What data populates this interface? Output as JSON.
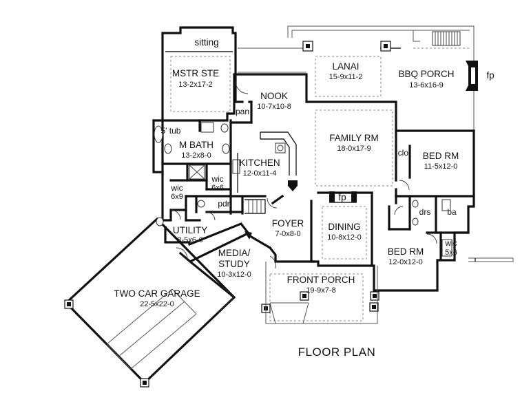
{
  "plan_title": "FLOOR PLAN",
  "rooms": {
    "sitting": {
      "name": "sitting"
    },
    "mstr_ste": {
      "name": "MSTR STE",
      "dims": "13-2x17-2"
    },
    "lanai": {
      "name": "LANAI",
      "dims": "15-9x11-2"
    },
    "bbq_porch": {
      "name": "BBQ PORCH",
      "dims": "13-6x16-9"
    },
    "nook": {
      "name": "NOOK",
      "dims": "10-7x10-8"
    },
    "pan": {
      "name": "pan"
    },
    "family_rm": {
      "name": "FAMILY RM",
      "dims": "18-0x17-9"
    },
    "bed_rm_1": {
      "name": "BED RM",
      "dims": "11-5x12-0"
    },
    "clo": {
      "name": "clo."
    },
    "tub": {
      "name": "5' tub"
    },
    "m_bath": {
      "name": "M BATH",
      "dims": "13-2x8-0"
    },
    "kitchen": {
      "name": "KITCHEN",
      "dims": "12-0x11-4"
    },
    "wic_6x6": {
      "name": "wic",
      "dims": "6x6"
    },
    "wic_6x9": {
      "name": "wic",
      "dims": "6x9"
    },
    "pdr": {
      "name": "pdr"
    },
    "drs": {
      "name": "drs"
    },
    "ba": {
      "name": "ba"
    },
    "utility": {
      "name": "UTILITY",
      "dims": "8-5x6-6"
    },
    "foyer": {
      "name": "FOYER",
      "dims": "7-0x8-0"
    },
    "dining": {
      "name": "DINING",
      "dims": "10-8x12-0"
    },
    "wic_5x6": {
      "name": "wic",
      "dims": "5x6"
    },
    "bed_rm_2": {
      "name": "BED RM",
      "dims": "12-0x12-0"
    },
    "media": {
      "name_line1": "MEDIA/",
      "name_line2": "STUDY",
      "dims": "10-3x12-0"
    },
    "garage": {
      "name": "TWO CAR GARAGE",
      "dims": "22-5x22-0"
    },
    "front_porch": {
      "name": "FRONT PORCH",
      "dims": "19-9x7-8"
    }
  },
  "fireplaces": {
    "bbq": {
      "label": "fp"
    },
    "family": {
      "label": "fp"
    }
  }
}
